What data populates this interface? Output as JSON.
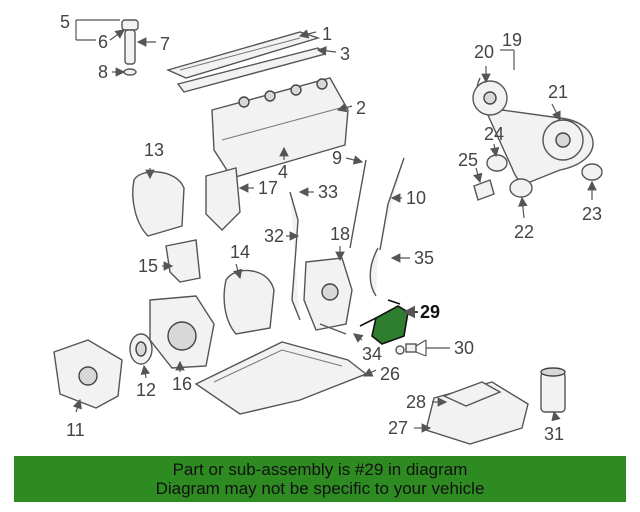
{
  "labels": {
    "l1": "1",
    "l2": "2",
    "l3": "3",
    "l4": "4",
    "l5": "5",
    "l6": "6",
    "l7": "7",
    "l8": "8",
    "l9": "9",
    "l10": "10",
    "l11": "11",
    "l12": "12",
    "l13": "13",
    "l14": "14",
    "l15": "15",
    "l16": "16",
    "l17": "17",
    "l18": "18",
    "l19": "19",
    "l20": "20",
    "l21": "21",
    "l22": "22",
    "l23": "23",
    "l24": "24",
    "l25": "25",
    "l26": "26",
    "l27": "27",
    "l28": "28",
    "l29": "29",
    "l30": "30",
    "l31": "31",
    "l32": "32",
    "l33": "33",
    "l34": "34",
    "l35": "35"
  },
  "highlight": {
    "part": "29",
    "color": "#2f7d2f"
  },
  "banner": {
    "line1": "Part or sub-assembly is #29 in diagram",
    "line2": "Diagram may not be specific to your vehicle",
    "color": "#2e8b22"
  }
}
